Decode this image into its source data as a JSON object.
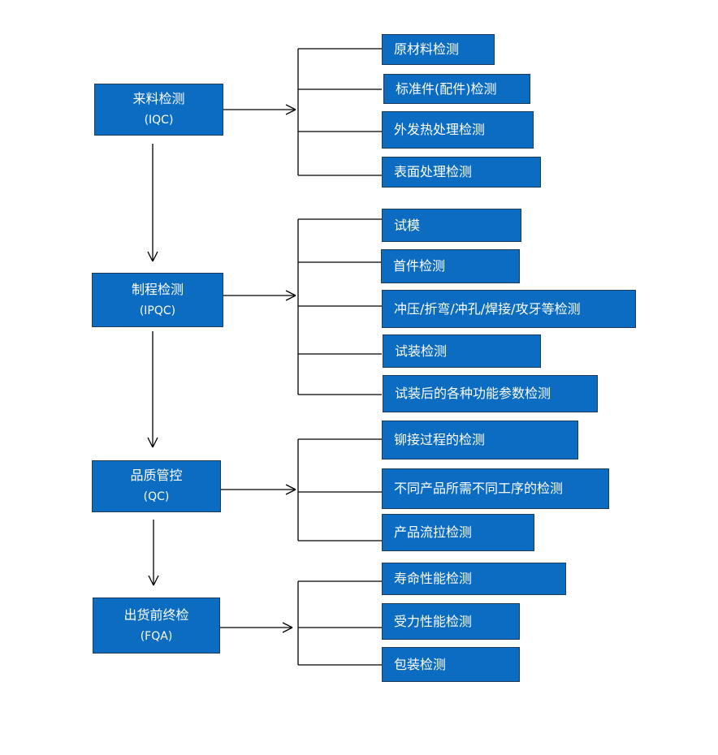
{
  "stages": [
    {
      "title": "来料检测",
      "code": "(IQC)",
      "items": [
        "原材料检测",
        "标准件(配件)检测",
        "外发热处理检测",
        "表面处理检测"
      ]
    },
    {
      "title": "制程检测",
      "code": "(IPQC)",
      "items": [
        "试模",
        "首件检测",
        "冲压/折弯/冲孔/焊接/攻牙等检测",
        "试装检测",
        "试装后的各种功能参数检测"
      ]
    },
    {
      "title": "品质管控",
      "code": "(QC)",
      "items": [
        "铆接过程的检测",
        "不同产品所需不同工序的检测",
        "产品流拉检测"
      ]
    },
    {
      "title": "出货前终检",
      "code": "(FQA)",
      "items": [
        "寿命性能检测",
        "受力性能检测",
        "包装检测"
      ]
    }
  ],
  "colors": {
    "box_fill": "#0b6cc1",
    "box_border": "#1f3b5a",
    "box_text": "#ffffff",
    "line": "#000000"
  }
}
